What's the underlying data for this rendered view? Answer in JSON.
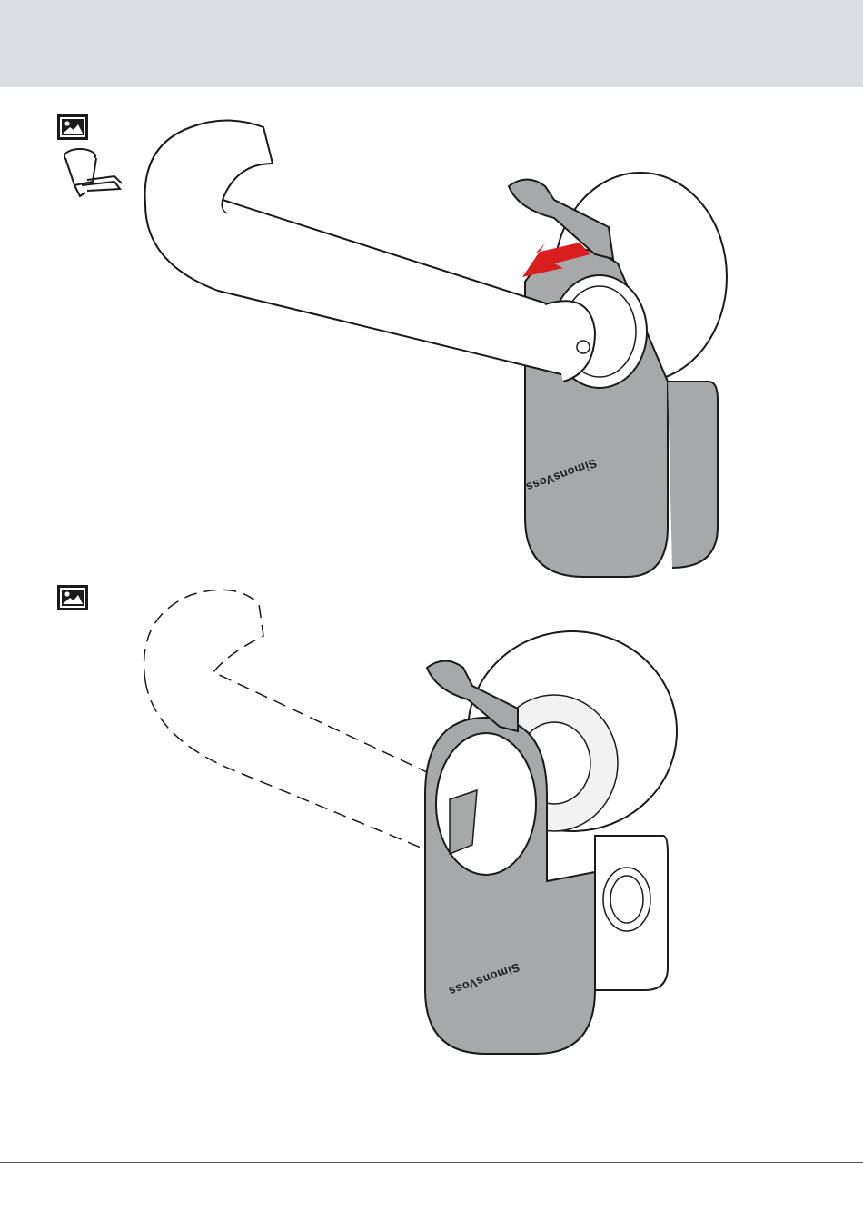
{
  "brand": "SimonsVoss",
  "colors": {
    "header_band": "#dcdde1",
    "cover_grey": "#a7a8aa",
    "arrow_red": "#d81e1e",
    "line": "#1a1a1a",
    "rule": "#555a62"
  },
  "icons": {
    "step_image": "image-icon",
    "tool": "hook-tool-icon"
  },
  "steps": [
    {
      "illustration": "remove-cover-release-clip"
    },
    {
      "illustration": "cover-removed-open-housing"
    }
  ]
}
